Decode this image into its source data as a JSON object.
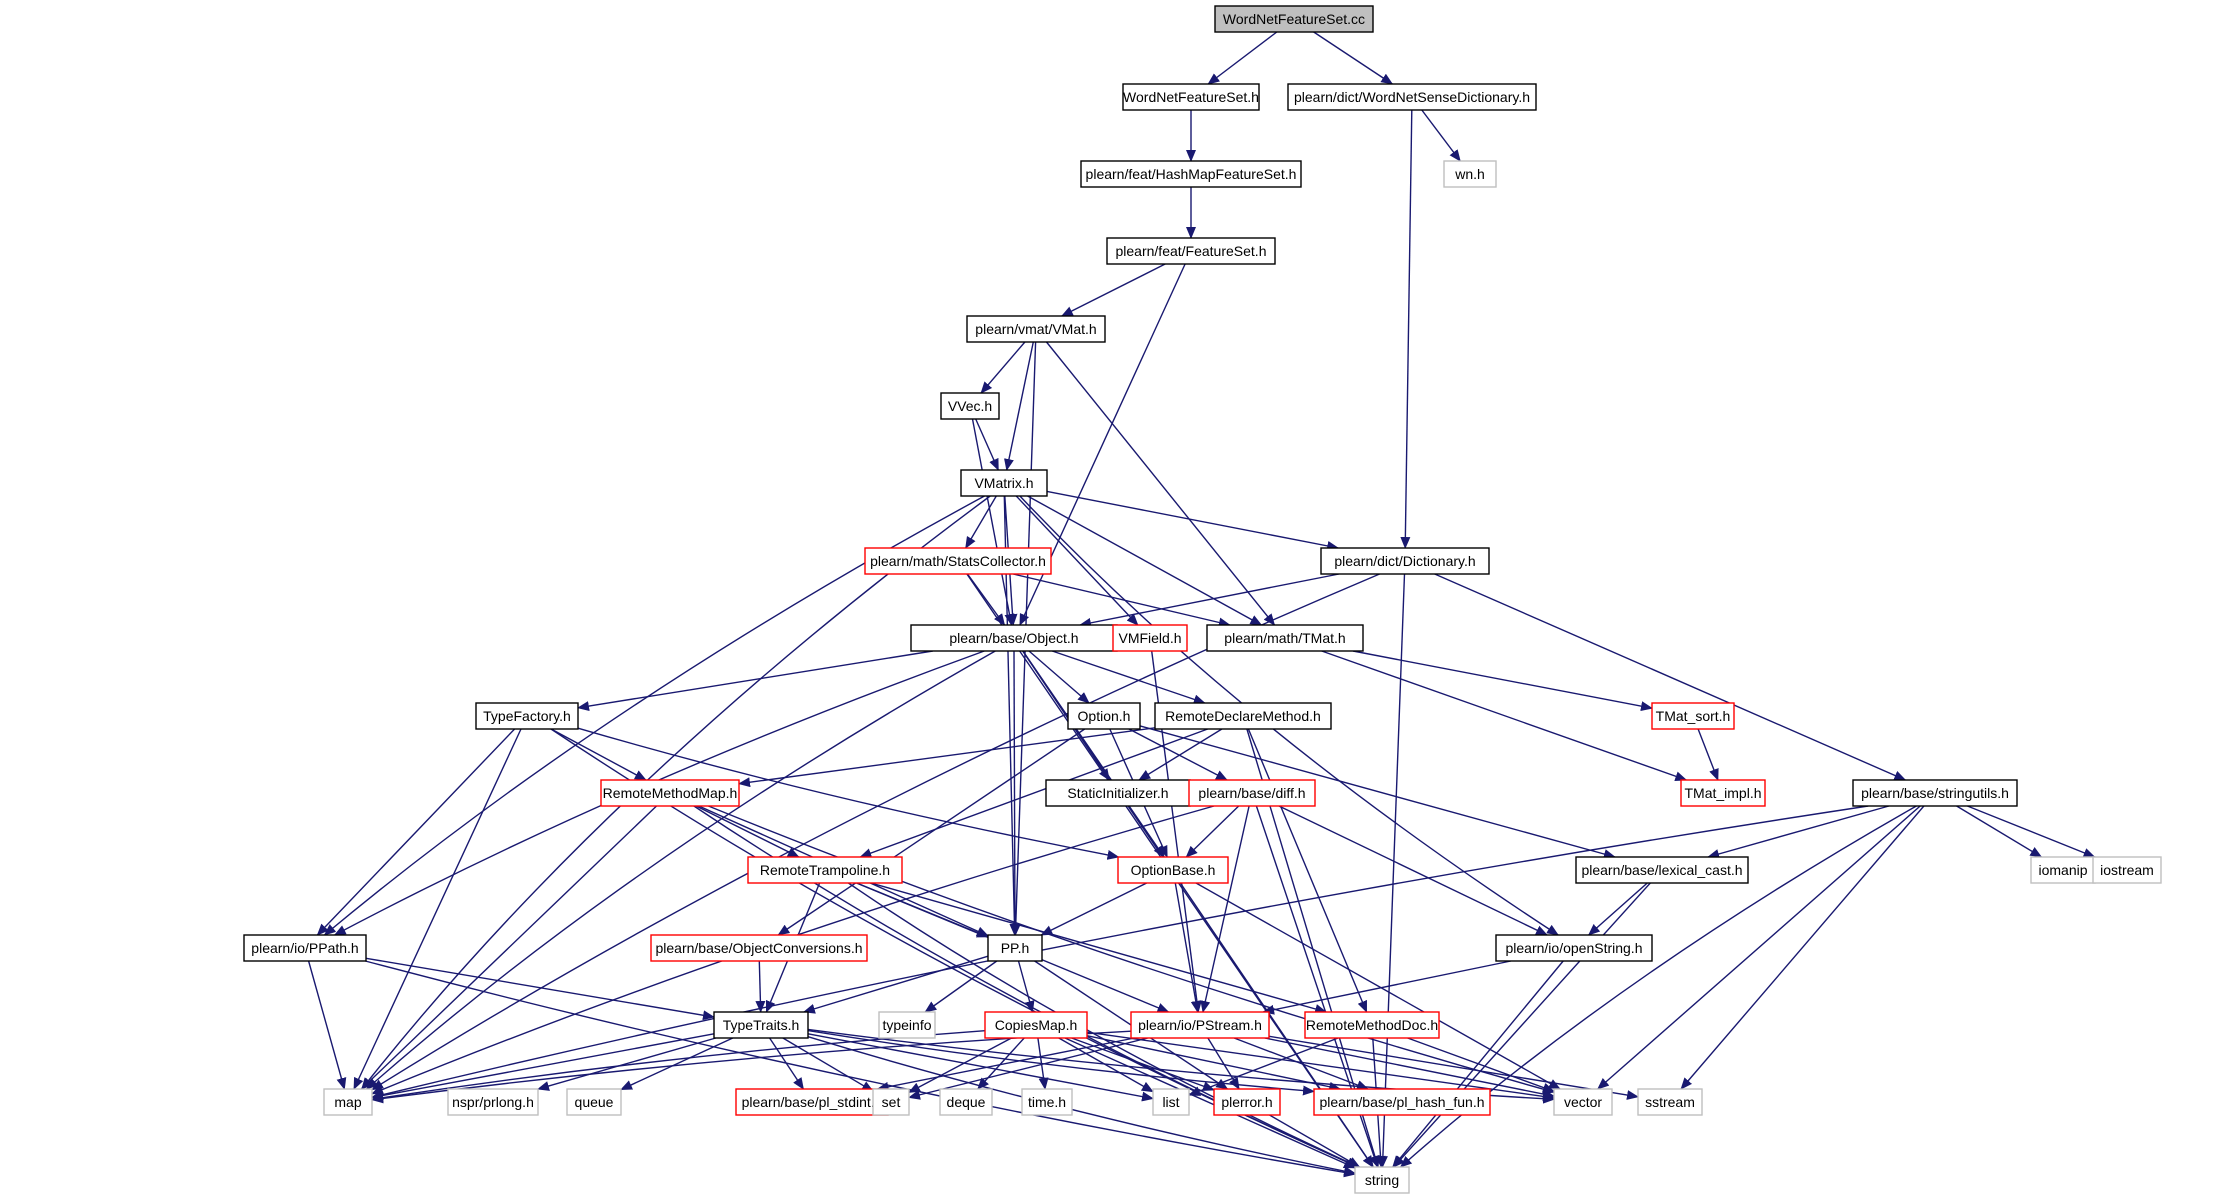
{
  "diagram": {
    "colors": {
      "root_fill": "#bfbfbf",
      "edge": "#191970",
      "normal_border": "#000000",
      "truncated_border": "#ff0000",
      "external_border": "#bfbfbf",
      "external_text": "#595959"
    },
    "nodes": [
      {
        "id": "root",
        "label": "WordNetFeatureSet.cc",
        "kind": "root"
      },
      {
        "id": "wnfs_h",
        "label": "WordNetFeatureSet.h",
        "kind": "normal"
      },
      {
        "id": "wnsd",
        "label": "plearn/dict/WordNetSenseDictionary.h",
        "kind": "normal"
      },
      {
        "id": "hmfs",
        "label": "plearn/feat/HashMapFeatureSet.h",
        "kind": "normal"
      },
      {
        "id": "wn",
        "label": "wn.h",
        "kind": "external"
      },
      {
        "id": "fs",
        "label": "plearn/feat/FeatureSet.h",
        "kind": "normal"
      },
      {
        "id": "vmat",
        "label": "plearn/vmat/VMat.h",
        "kind": "normal"
      },
      {
        "id": "vvec",
        "label": "VVec.h",
        "kind": "normal"
      },
      {
        "id": "vmatrix",
        "label": "VMatrix.h",
        "kind": "normal"
      },
      {
        "id": "statscoll",
        "label": "plearn/math/StatsCollector.h",
        "kind": "truncated"
      },
      {
        "id": "dict",
        "label": "plearn/dict/Dictionary.h",
        "kind": "normal"
      },
      {
        "id": "object",
        "label": "plearn/base/Object.h",
        "kind": "normal"
      },
      {
        "id": "vmfield",
        "label": "VMField.h",
        "kind": "truncated"
      },
      {
        "id": "tmat",
        "label": "plearn/math/TMat.h",
        "kind": "normal"
      },
      {
        "id": "typefactory",
        "label": "TypeFactory.h",
        "kind": "normal"
      },
      {
        "id": "option",
        "label": "Option.h",
        "kind": "normal"
      },
      {
        "id": "rdm",
        "label": "RemoteDeclareMethod.h",
        "kind": "normal"
      },
      {
        "id": "tmatsort",
        "label": "TMat_sort.h",
        "kind": "truncated"
      },
      {
        "id": "staticinit",
        "label": "StaticInitializer.h",
        "kind": "normal"
      },
      {
        "id": "rmm",
        "label": "RemoteMethodMap.h",
        "kind": "truncated"
      },
      {
        "id": "diff",
        "label": "plearn/base/diff.h",
        "kind": "truncated"
      },
      {
        "id": "tmatimpl",
        "label": "TMat_impl.h",
        "kind": "truncated"
      },
      {
        "id": "stringutils",
        "label": "plearn/base/stringutils.h",
        "kind": "normal"
      },
      {
        "id": "rtramp",
        "label": "RemoteTrampoline.h",
        "kind": "truncated"
      },
      {
        "id": "optionbase",
        "label": "OptionBase.h",
        "kind": "truncated"
      },
      {
        "id": "lexcast",
        "label": "plearn/base/lexical_cast.h",
        "kind": "normal"
      },
      {
        "id": "iomanip",
        "label": "iomanip",
        "kind": "external"
      },
      {
        "id": "iostream",
        "label": "iostream",
        "kind": "external"
      },
      {
        "id": "ppath",
        "label": "plearn/io/PPath.h",
        "kind": "normal"
      },
      {
        "id": "objconv",
        "label": "plearn/base/ObjectConversions.h",
        "kind": "truncated"
      },
      {
        "id": "pp",
        "label": "PP.h",
        "kind": "normal"
      },
      {
        "id": "openstring",
        "label": "plearn/io/openString.h",
        "kind": "normal"
      },
      {
        "id": "typetraits",
        "label": "TypeTraits.h",
        "kind": "normal"
      },
      {
        "id": "typeinfo",
        "label": "typeinfo",
        "kind": "external"
      },
      {
        "id": "copiesmap",
        "label": "CopiesMap.h",
        "kind": "truncated"
      },
      {
        "id": "pstream",
        "label": "plearn/io/PStream.h",
        "kind": "truncated"
      },
      {
        "id": "rmdoc",
        "label": "RemoteMethodDoc.h",
        "kind": "truncated"
      },
      {
        "id": "map",
        "label": "map",
        "kind": "external"
      },
      {
        "id": "prlong",
        "label": "nspr/prlong.h",
        "kind": "external"
      },
      {
        "id": "queue",
        "label": "queue",
        "kind": "external"
      },
      {
        "id": "stdint",
        "label": "plearn/base/pl_stdint.h",
        "kind": "truncated"
      },
      {
        "id": "set",
        "label": "set",
        "kind": "external"
      },
      {
        "id": "deque",
        "label": "deque",
        "kind": "external"
      },
      {
        "id": "timeh",
        "label": "time.h",
        "kind": "external"
      },
      {
        "id": "list",
        "label": "list",
        "kind": "external"
      },
      {
        "id": "plerror",
        "label": "plerror.h",
        "kind": "truncated"
      },
      {
        "id": "hashfun",
        "label": "plearn/base/pl_hash_fun.h",
        "kind": "truncated"
      },
      {
        "id": "vector",
        "label": "vector",
        "kind": "external"
      },
      {
        "id": "sstream",
        "label": "sstream",
        "kind": "external"
      },
      {
        "id": "string",
        "label": "string",
        "kind": "external"
      }
    ],
    "edges": [
      [
        "root",
        "wnfs_h"
      ],
      [
        "root",
        "wnsd"
      ],
      [
        "wnfs_h",
        "hmfs"
      ],
      [
        "wnsd",
        "wn"
      ],
      [
        "wnsd",
        "dict"
      ],
      [
        "hmfs",
        "fs"
      ],
      [
        "fs",
        "vmat"
      ],
      [
        "fs",
        "object"
      ],
      [
        "vmat",
        "vvec"
      ],
      [
        "vmat",
        "vmatrix"
      ],
      [
        "vmat",
        "pp"
      ],
      [
        "vmat",
        "tmat"
      ],
      [
        "vvec",
        "vmatrix"
      ],
      [
        "vvec",
        "object"
      ],
      [
        "vmatrix",
        "statscoll"
      ],
      [
        "vmatrix",
        "object"
      ],
      [
        "vmatrix",
        "vmfield"
      ],
      [
        "vmatrix",
        "tmat"
      ],
      [
        "vmatrix",
        "dict"
      ],
      [
        "vmatrix",
        "map"
      ],
      [
        "vmatrix",
        "ppath"
      ],
      [
        "vmatrix",
        "pp"
      ],
      [
        "vmatrix",
        "openstring"
      ],
      [
        "statscoll",
        "object"
      ],
      [
        "statscoll",
        "tmat"
      ],
      [
        "statscoll",
        "string"
      ],
      [
        "dict",
        "object"
      ],
      [
        "dict",
        "stringutils"
      ],
      [
        "dict",
        "string"
      ],
      [
        "dict",
        "map"
      ],
      [
        "object",
        "typefactory"
      ],
      [
        "object",
        "option"
      ],
      [
        "object",
        "rdm"
      ],
      [
        "object",
        "staticinit"
      ],
      [
        "object",
        "optionbase"
      ],
      [
        "object",
        "pp"
      ],
      [
        "object",
        "ppath"
      ],
      [
        "object",
        "map"
      ],
      [
        "object",
        "string"
      ],
      [
        "vmfield",
        "pstream"
      ],
      [
        "tmat",
        "tmatsort"
      ],
      [
        "tmat",
        "tmatimpl"
      ],
      [
        "tmatsort",
        "tmatimpl"
      ],
      [
        "typefactory",
        "rmm"
      ],
      [
        "typefactory",
        "ppath"
      ],
      [
        "typefactory",
        "optionbase"
      ],
      [
        "typefactory",
        "map"
      ],
      [
        "typefactory",
        "string"
      ],
      [
        "option",
        "diff"
      ],
      [
        "option",
        "optionbase"
      ],
      [
        "option",
        "lexcast"
      ],
      [
        "option",
        "objconv"
      ],
      [
        "rdm",
        "rmm"
      ],
      [
        "rdm",
        "staticinit"
      ],
      [
        "rdm",
        "rtramp"
      ],
      [
        "rdm",
        "rmdoc"
      ],
      [
        "rdm",
        "string"
      ],
      [
        "rmm",
        "rtramp"
      ],
      [
        "rmm",
        "pp"
      ],
      [
        "rmm",
        "map"
      ],
      [
        "rmm",
        "string"
      ],
      [
        "rmm",
        "vector"
      ],
      [
        "diff",
        "optionbase"
      ],
      [
        "diff",
        "pstream"
      ],
      [
        "diff",
        "openstring"
      ],
      [
        "diff",
        "map"
      ],
      [
        "diff",
        "string"
      ],
      [
        "stringutils",
        "lexcast"
      ],
      [
        "stringutils",
        "iomanip"
      ],
      [
        "stringutils",
        "iostream"
      ],
      [
        "stringutils",
        "vector"
      ],
      [
        "stringutils",
        "sstream"
      ],
      [
        "stringutils",
        "string"
      ],
      [
        "stringutils",
        "map"
      ],
      [
        "rtramp",
        "pp"
      ],
      [
        "rtramp",
        "typetraits"
      ],
      [
        "rtramp",
        "pstream"
      ],
      [
        "rtramp",
        "rmdoc"
      ],
      [
        "rtramp",
        "string"
      ],
      [
        "optionbase",
        "pp"
      ],
      [
        "optionbase",
        "pstream"
      ],
      [
        "optionbase",
        "vector"
      ],
      [
        "lexcast",
        "openstring"
      ],
      [
        "lexcast",
        "string"
      ],
      [
        "ppath",
        "typetraits"
      ],
      [
        "ppath",
        "map"
      ],
      [
        "ppath",
        "string"
      ],
      [
        "objconv",
        "typetraits"
      ],
      [
        "pp",
        "typetraits"
      ],
      [
        "pp",
        "typeinfo"
      ],
      [
        "pp",
        "copiesmap"
      ],
      [
        "pp",
        "plerror"
      ],
      [
        "openstring",
        "pstream"
      ],
      [
        "openstring",
        "string"
      ],
      [
        "typetraits",
        "map"
      ],
      [
        "typetraits",
        "prlong"
      ],
      [
        "typetraits",
        "queue"
      ],
      [
        "typetraits",
        "stdint"
      ],
      [
        "typetraits",
        "set"
      ],
      [
        "typetraits",
        "list"
      ],
      [
        "typetraits",
        "vector"
      ],
      [
        "typetraits",
        "string"
      ],
      [
        "typetraits",
        "hashfun"
      ],
      [
        "copiesmap",
        "map"
      ],
      [
        "copiesmap",
        "set"
      ],
      [
        "copiesmap",
        "deque"
      ],
      [
        "copiesmap",
        "timeh"
      ],
      [
        "copiesmap",
        "list"
      ],
      [
        "copiesmap",
        "plerror"
      ],
      [
        "copiesmap",
        "hashfun"
      ],
      [
        "copiesmap",
        "vector"
      ],
      [
        "copiesmap",
        "string"
      ],
      [
        "pstream",
        "map"
      ],
      [
        "pstream",
        "set"
      ],
      [
        "pstream",
        "plerror"
      ],
      [
        "pstream",
        "stdint"
      ],
      [
        "pstream",
        "hashfun"
      ],
      [
        "pstream",
        "vector"
      ],
      [
        "pstream",
        "sstream"
      ],
      [
        "rmdoc",
        "list"
      ],
      [
        "rmdoc",
        "vector"
      ],
      [
        "rmdoc",
        "string"
      ],
      [
        "plerror",
        "string"
      ]
    ]
  }
}
